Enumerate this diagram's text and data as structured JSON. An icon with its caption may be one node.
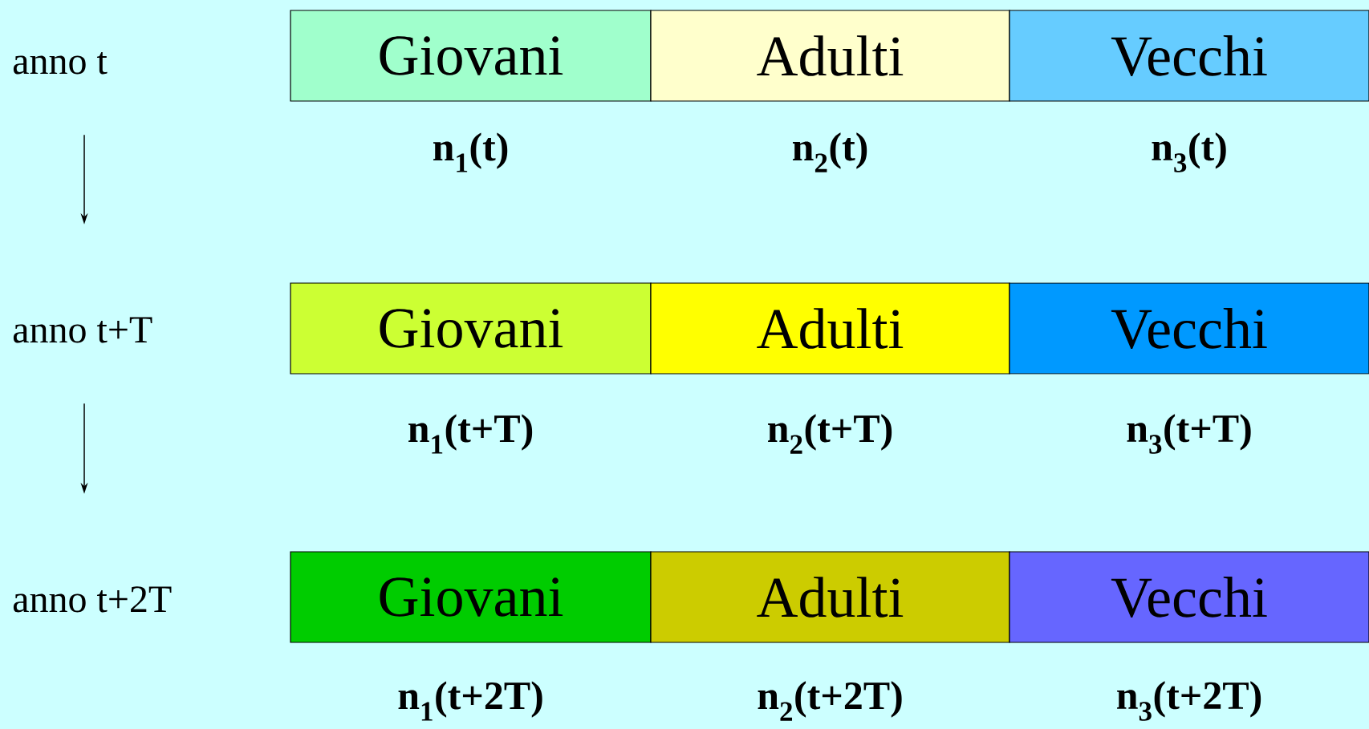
{
  "diagram": {
    "nodes": [
      {
        "text": [
          "anno t"
        ]
      },
      {
        "text": [
          "Giovani"
        ],
        "beside": [
          "n$_{1}$(t)"
        ]
      },
      {
        "text": [
          "Adulti"
        ],
        "beside": [
          "n$_{2}$(t)"
        ]
      },
      {
        "text": [
          "Vecchi"
        ],
        "beside": [
          "n$_{3}$(t)"
        ]
      },
      {
        "text": [
          "anno t+T"
        ]
      },
      {
        "text": [
          "Giovani"
        ],
        "beside": [
          "n$_{1}$(t+T)"
        ]
      },
      {
        "text": [
          "Adulti"
        ],
        "beside": [
          "n$_{2}$(t+T)"
        ]
      },
      {
        "text": [
          "Vecchi"
        ],
        "beside": [
          "n$_{3}$(t+T)"
        ]
      },
      {
        "text": [
          "anno t+2T"
        ]
      },
      {
        "text": [
          "Giovani"
        ],
        "beside": [
          "n$_{1}$(t+2T)"
        ]
      },
      {
        "text": [
          "Adulti"
        ],
        "beside": [
          "n$_{2}$(t+2T)"
        ]
      },
      {
        "text": [
          "Vecchi"
        ],
        "beside": [
          "n$_{3}$(t+2T)"
        ]
      }
    ],
    "edges": [
      {
        "from": 0,
        "to": 4,
        "arrow": "to"
      },
      {
        "from": 4,
        "to": 8,
        "arrow": "to"
      }
    ]
  }
}
